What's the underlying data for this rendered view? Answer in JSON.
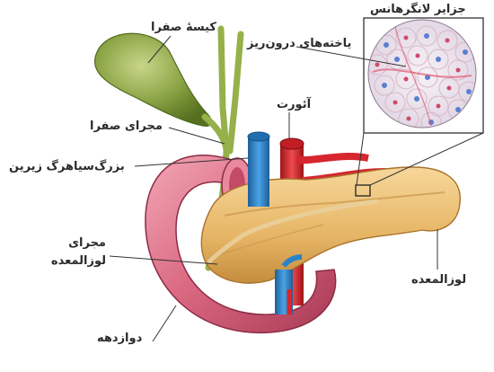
{
  "labels": {
    "gallbladder": "کیسهٔ صفرا",
    "endocrine_cells": "یاخته‌های درون‌ریز",
    "islets": "جزایر لانگرهانس",
    "aorta": "آئورت",
    "bile_duct": "مجرای صفرا",
    "vena_cava": "بزرگ‌سیاهرگ زیرین",
    "pancreatic_duct_line1": "مجرای",
    "pancreatic_duct_line2": "لوزالمعده",
    "pancreas": "لوزالمعده",
    "duodenum": "دوازدهه"
  },
  "colors": {
    "duodenum": "#d9667f",
    "pancreas": "#e6b565",
    "gallbladder": "#7f9a3c",
    "artery": "#d6262e",
    "vein": "#2a83c9",
    "duct": "#96b04a",
    "islet_bg": "#f1eef3",
    "callout_line": "#333333"
  }
}
